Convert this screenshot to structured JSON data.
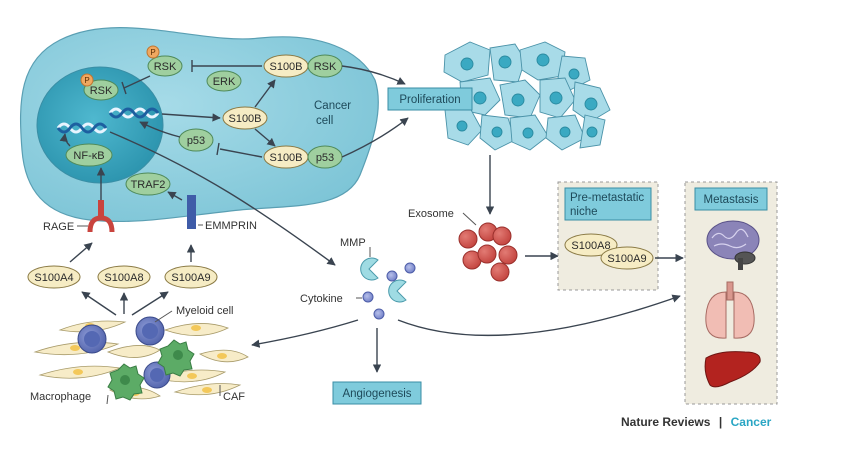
{
  "cancer_cell": {
    "label_line1": "Cancer",
    "label_line2": "cell",
    "molecules": {
      "rsk_cyto": "RSK",
      "rsk_nuclear": "RSK",
      "phospho_1": "P",
      "phospho_2": "P",
      "erk": "ERK",
      "s100b_center": "S100B",
      "s100b_rsk_a": "S100B",
      "s100b_rsk_b": "RSK",
      "s100b_p53_a": "S100B",
      "s100b_p53_b": "p53",
      "p53": "p53",
      "nfkb": "NF-κB",
      "traf2": "TRAF2"
    }
  },
  "receptors": {
    "rage": "RAGE",
    "emmprin": "EMMPRIN"
  },
  "secreted": [
    "S100A4",
    "S100A8",
    "S100A9"
  ],
  "microenvironment": {
    "myeloid_cell": "Myeloid cell",
    "macrophage": "Macrophage",
    "caf": "CAF"
  },
  "mediators": {
    "mmp": "MMP",
    "cytokine": "Cytokine"
  },
  "outcomes": {
    "proliferation": "Proliferation",
    "angiogenesis": "Angiogenesis",
    "exosome": "Exosome",
    "pre_metastatic_line1": "Pre-metastatic",
    "pre_metastatic_line2": "niche",
    "niche_s100a8": "S100A8",
    "niche_s100a9": "S100A9",
    "metastasis": "Metastasis"
  },
  "credit": {
    "journal": "Nature Reviews",
    "separator": "|",
    "section": "Cancer"
  },
  "colors": {
    "cell_fill": "#8fd0e0",
    "nucleus_fill": "#3fa9c2",
    "molecule_green": "#9fcf9f",
    "molecule_yellow": "#f6ecc4",
    "box_fill": "#7fcbdc",
    "exosome_red": "#d2534f",
    "credit_accent": "#2aa6c4"
  }
}
